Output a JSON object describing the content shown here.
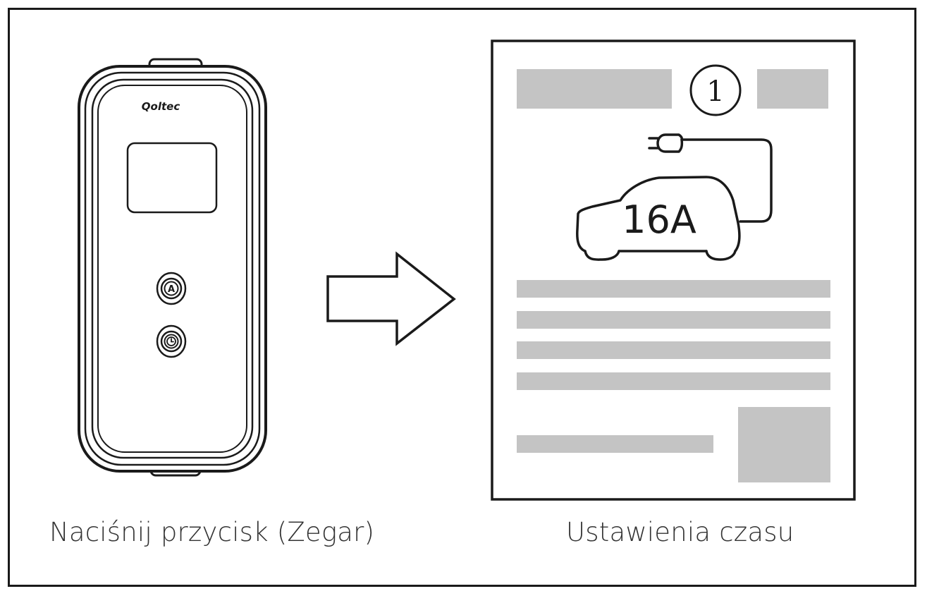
{
  "device": {
    "brand": "Qoltec",
    "button_a_label": "A",
    "caption": "Naciśnij przycisk (Zegar)"
  },
  "screen": {
    "step_number": "1",
    "current_value": "16A",
    "caption": "Ustawienia czasu"
  },
  "colors": {
    "line": "#1a1a1a",
    "placeholder": "#c4c4c4",
    "caption_text": "#333333"
  }
}
